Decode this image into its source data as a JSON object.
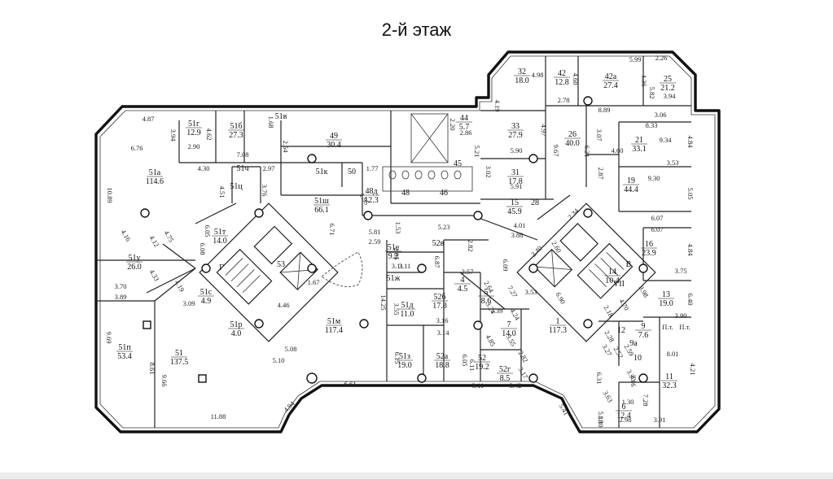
{
  "title": "2-й этаж",
  "rooms": [
    {
      "id": "51а",
      "area": "114.6"
    },
    {
      "id": "51г",
      "area": "12.9"
    },
    {
      "id": "51б",
      "area": "27.3"
    },
    {
      "id": "51в",
      "area": ""
    },
    {
      "id": "49",
      "area": "30.4"
    },
    {
      "id": "44",
      "area": "5.7"
    },
    {
      "id": "51к",
      "area": ""
    },
    {
      "id": "50",
      "area": ""
    },
    {
      "id": "48д",
      "area": "12.3"
    },
    {
      "id": "48",
      "area": ""
    },
    {
      "id": "46",
      "area": ""
    },
    {
      "id": "45",
      "area": ""
    },
    {
      "id": "51ч",
      "area": ""
    },
    {
      "id": "51ц",
      "area": ""
    },
    {
      "id": "51ш",
      "area": "66.1"
    },
    {
      "id": "51т",
      "area": "14.0"
    },
    {
      "id": "51у",
      "area": "26.0"
    },
    {
      "id": "53",
      "area": ""
    },
    {
      "id": "Г",
      "area": ""
    },
    {
      "id": "51с",
      "area": "4.9"
    },
    {
      "id": "51р",
      "area": "4.0"
    },
    {
      "id": "51п",
      "area": "53.4"
    },
    {
      "id": "51",
      "area": "137.5"
    },
    {
      "id": "51м",
      "area": "117.4"
    },
    {
      "id": "51е",
      "area": "9.2"
    },
    {
      "id": "52в",
      "area": ""
    },
    {
      "id": "51ж",
      "area": ""
    },
    {
      "id": "51д",
      "area": "11.0"
    },
    {
      "id": "52б",
      "area": "17.8"
    },
    {
      "id": "51з",
      "area": "19.0"
    },
    {
      "id": "52а",
      "area": "18.8"
    },
    {
      "id": "52",
      "area": "19.2"
    },
    {
      "id": "52г",
      "area": "8.5"
    },
    {
      "id": "4",
      "area": "4.5"
    },
    {
      "id": "5",
      "area": "8.6"
    },
    {
      "id": "7",
      "area": "14.0"
    },
    {
      "id": "1",
      "area": "117.3"
    },
    {
      "id": "15",
      "area": "45.9"
    },
    {
      "id": "28",
      "area": ""
    },
    {
      "id": "31",
      "area": "17.8"
    },
    {
      "id": "33",
      "area": "27.9"
    },
    {
      "id": "32",
      "area": "18.0"
    },
    {
      "id": "42",
      "area": "12.8"
    },
    {
      "id": "42а",
      "area": "27.4"
    },
    {
      "id": "25",
      "area": "21.2"
    },
    {
      "id": "26",
      "area": "40.0"
    },
    {
      "id": "21",
      "area": "33.1"
    },
    {
      "id": "19",
      "area": "44.4"
    },
    {
      "id": "16",
      "area": "23.9"
    },
    {
      "id": "14",
      "area": "10.4"
    },
    {
      "id": "В",
      "area": ""
    },
    {
      "id": "VII",
      "area": ""
    },
    {
      "id": "13",
      "area": "19.0"
    },
    {
      "id": "12",
      "area": ""
    },
    {
      "id": "9",
      "area": "7.6"
    },
    {
      "id": "9а",
      "area": ""
    },
    {
      "id": "10",
      "area": ""
    },
    {
      "id": "11",
      "area": "32.3"
    },
    {
      "id": "6",
      "area": "12.4"
    }
  ],
  "dimensions": [
    "4.87",
    "3.94",
    "6.76",
    "2.90",
    "4.62",
    "1.68",
    "7.08",
    "2.54",
    "4.30",
    "2.97",
    "10.89",
    "4.51",
    "3.76",
    "4.16",
    "4.12",
    "4.75",
    "6.05",
    "6.08",
    "4.33",
    "4.19",
    "3.09",
    "3.70",
    "3.89",
    "9.69",
    "8.61",
    "9.66",
    "11.88",
    "4.94",
    "5.10",
    "5.08",
    "6.61",
    "4.46",
    "1.67",
    "6.71",
    "5.81",
    "2.59",
    "1.77",
    "1.95",
    "3.11",
    "2.20",
    "2.86",
    "3.02",
    "5.21",
    "1.53",
    "5.23",
    "4.01",
    "3.88",
    "2.95",
    "3.11",
    "2.82",
    "6.87",
    "14.25",
    "3.55",
    "3.16",
    "3.14",
    "6.15",
    "6.05",
    "6.11",
    "3.11",
    "3.42",
    "2.57",
    "2.64",
    "3.24",
    "3.39",
    "4.24",
    "7.27",
    "3.53",
    "6.09",
    "4.85",
    "3.55",
    "2.82",
    "3.17",
    "4.19",
    "4.98",
    "4.60",
    "5.99",
    "4.36",
    "5.82",
    "3.94",
    "2.26",
    "2.78",
    "8.89",
    "3.06",
    "8.33",
    "4.97",
    "9.67",
    "6.21",
    "3.07",
    "4.60",
    "9.34",
    "4.84",
    "3.53",
    "5.90",
    "5.91",
    "2.87",
    "9.30",
    "5.05",
    "6.07",
    "6.07",
    "4.84",
    "3.75",
    "2.34",
    "2.40",
    "2.60",
    "6.90",
    "6.40",
    "3.90",
    "2.18",
    "4.70",
    "3.98",
    "2.28",
    "2.52",
    "2.59",
    "3.27",
    "6.31",
    "8.01",
    "4.21",
    "3.30",
    "2.16",
    "7.28",
    "3.63",
    "5.41",
    "5.18",
    "1.30",
    "2.98",
    "3.91",
    "2.14"
  ],
  "small_marks": [
    "1.30",
    "П.т.",
    "П.т."
  ]
}
